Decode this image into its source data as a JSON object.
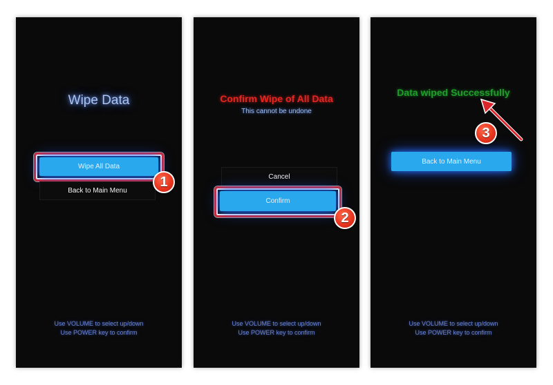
{
  "panel1": {
    "title": "Wipe Data",
    "wipe_all_label": "Wipe All Data",
    "back_label": "Back to Main Menu",
    "hint_line1": "Use VOLUME to select up/down",
    "hint_line2": "Use POWER key to confirm",
    "step_number": "1"
  },
  "panel2": {
    "title": "Confirm Wipe of All Data",
    "subtitle": "This cannot be undone",
    "cancel_label": "Cancel",
    "confirm_label": "Confirm",
    "hint_line1": "Use VOLUME to select up/down",
    "hint_line2": "Use POWER key to confirm",
    "step_number": "2"
  },
  "panel3": {
    "title": "Data wiped Successfully",
    "back_label": "Back to Main Menu",
    "hint_line1": "Use VOLUME to select up/down",
    "hint_line2": "Use POWER key to confirm",
    "step_number": "3"
  },
  "colors": {
    "screen_bg": "#0a0a0a",
    "button_blue": "#29a8ee",
    "title_blue": "#a9c4f0",
    "title_red": "#e8241f",
    "title_green": "#1f9d2a",
    "hint_blue": "#6c86d6",
    "highlight_red": "#d9262c",
    "badge_red": "#e8351f"
  },
  "icons": {
    "badge": "numbered-circle-icon",
    "arrow": "red-arrow-icon"
  }
}
